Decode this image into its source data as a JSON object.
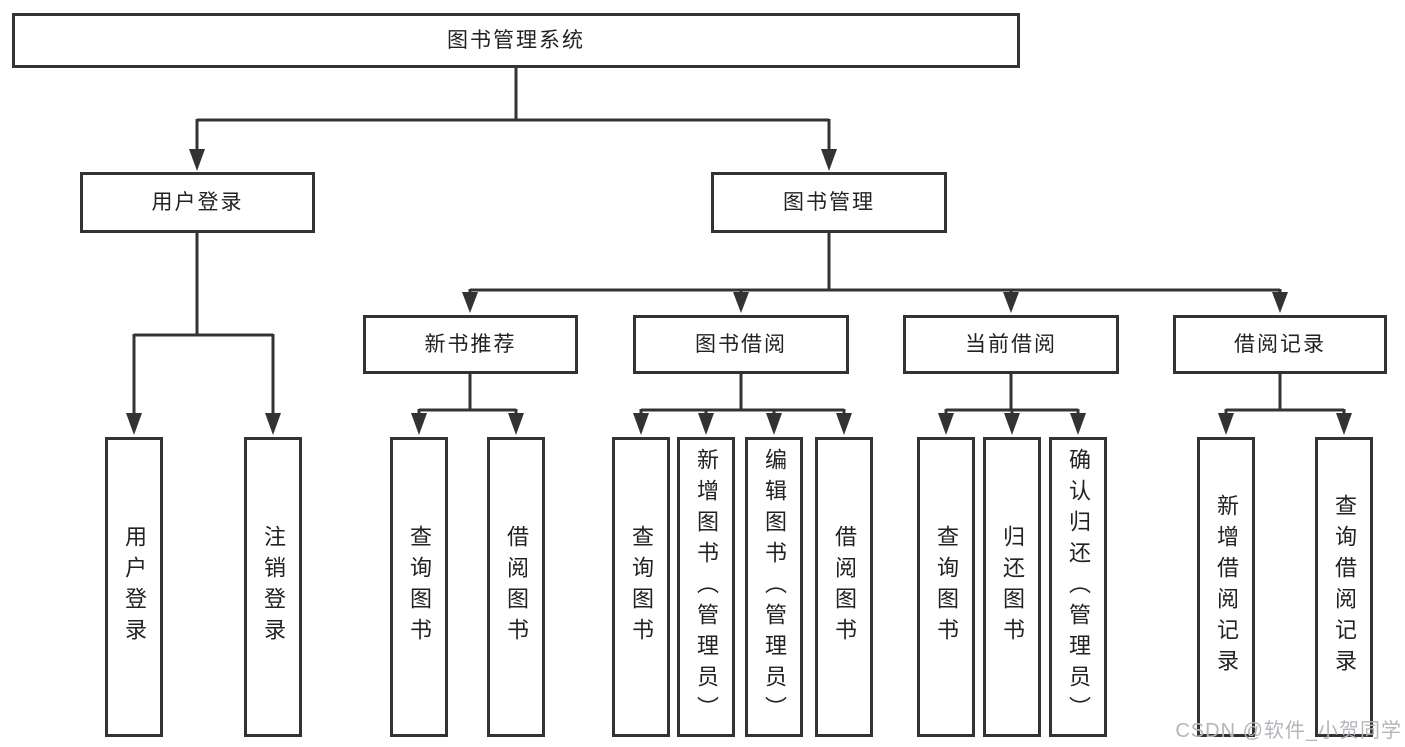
{
  "root": {
    "label": "图书管理系统"
  },
  "branches": {
    "user_login": {
      "label": "用户登录",
      "children": [
        {
          "label": "用户登录"
        },
        {
          "label": "注销登录"
        }
      ]
    },
    "book_mgmt": {
      "label": "图书管理",
      "children": [
        {
          "label": "新书推荐",
          "children": [
            {
              "label": "查询图书"
            },
            {
              "label": "借阅图书"
            }
          ]
        },
        {
          "label": "图书借阅",
          "children": [
            {
              "label": "查询图书"
            },
            {
              "label": "新增图书（管理员）"
            },
            {
              "label": "编辑图书（管理员）"
            },
            {
              "label": "借阅图书"
            }
          ]
        },
        {
          "label": "当前借阅",
          "children": [
            {
              "label": "查询图书"
            },
            {
              "label": "归还图书"
            },
            {
              "label": "确认归还（管理员）"
            }
          ]
        },
        {
          "label": "借阅记录",
          "children": [
            {
              "label": "新增借阅记录"
            },
            {
              "label": "查询借阅记录"
            }
          ]
        }
      ]
    }
  },
  "watermark": {
    "text": "CSDN @软件_小贺同学"
  },
  "colors": {
    "line": "#333333",
    "border": "#333333",
    "text": "#222222",
    "watermark": "#b3b6ba",
    "background": "#ffffff"
  }
}
